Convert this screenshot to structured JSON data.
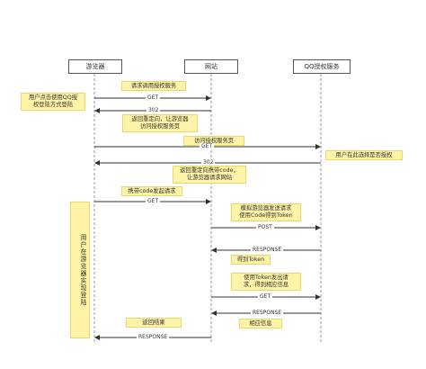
{
  "participants": {
    "browser": "游览器",
    "site": "网站",
    "qq": "QQ授权服务"
  },
  "notes": {
    "n1": "用户点击使用QQ授\n权登陆方式登陆",
    "n2": "请求调用授权服务",
    "n3": "返回重定向，让游览器\n访问授权服务页",
    "n4": "访问授权服务页",
    "n5": "用户在此选择是否授权",
    "n6": "返回重定向携带code，\n让游览器请求网站",
    "n7": "携带code发起请求",
    "n8": "用户在游览器实现登陆",
    "n9": "模拟游览器发送请求\n使用Code得到Token",
    "n10": "得到Token",
    "n11": "使用Token发出请\n求，得到相应信息",
    "n12": "返回结果",
    "n13": "相应信息"
  },
  "messages": {
    "m1": "GET",
    "m2": "302",
    "m3": "GET",
    "m4": "302",
    "m5": "GET",
    "m6": "POST",
    "m7": "RESPONSE",
    "m8": "GET",
    "m9": "RESPONSE",
    "m10": "RESPONSE"
  }
}
